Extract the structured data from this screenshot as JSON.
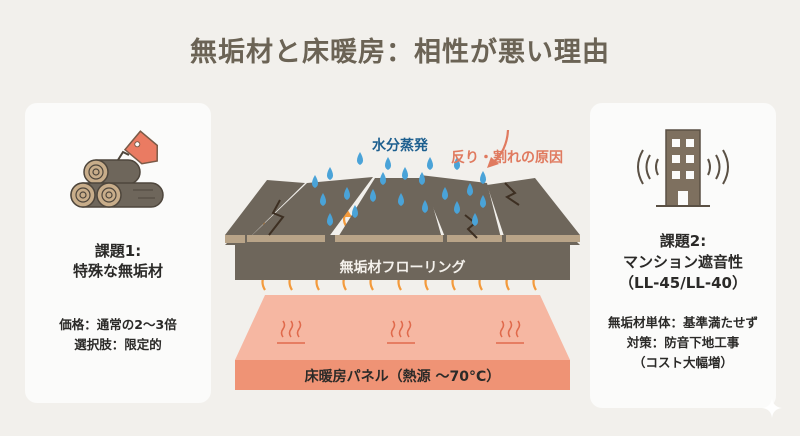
{
  "title": "無垢材と床暖房：相性が悪い理由",
  "left_card": {
    "icon": "logs-with-price-tag-icon",
    "heading_line1": "課題1:",
    "heading_line2": "特殊な無垢材",
    "details": [
      "価格：通常の2〜3倍",
      "選択肢：限定的"
    ]
  },
  "right_card": {
    "icon": "apartment-building-sound-icon",
    "heading_line1": "課題2:",
    "heading_line2": "マンション遮音性",
    "heading_line3": "（LL-45/LL-40）",
    "details": [
      "無垢材単体：基準満たせず",
      "対策：防音下地工事",
      "（コスト大幅増）"
    ]
  },
  "diagram": {
    "evaporation_label": "水分蒸発",
    "warp_crack_label": "反り・割れの原因",
    "flooring_label": "無垢材フローリング",
    "heater_label": "床暖房パネル（熱源 〜70°C）"
  },
  "colors": {
    "background": "#f2f0ec",
    "title": "#6b6355",
    "wood_dark": "#6e665b",
    "wood_edge": "#b9a488",
    "water_drop": "#4aa3d8",
    "evaporation_text": "#1d5f8f",
    "warning_text": "#e07a5f",
    "heat_arrow": "#f39a3c",
    "heater_panel": "#ef9375",
    "heater_top": "#f6b7a2",
    "tag": "#ea7b62",
    "building": "#7e705f"
  }
}
